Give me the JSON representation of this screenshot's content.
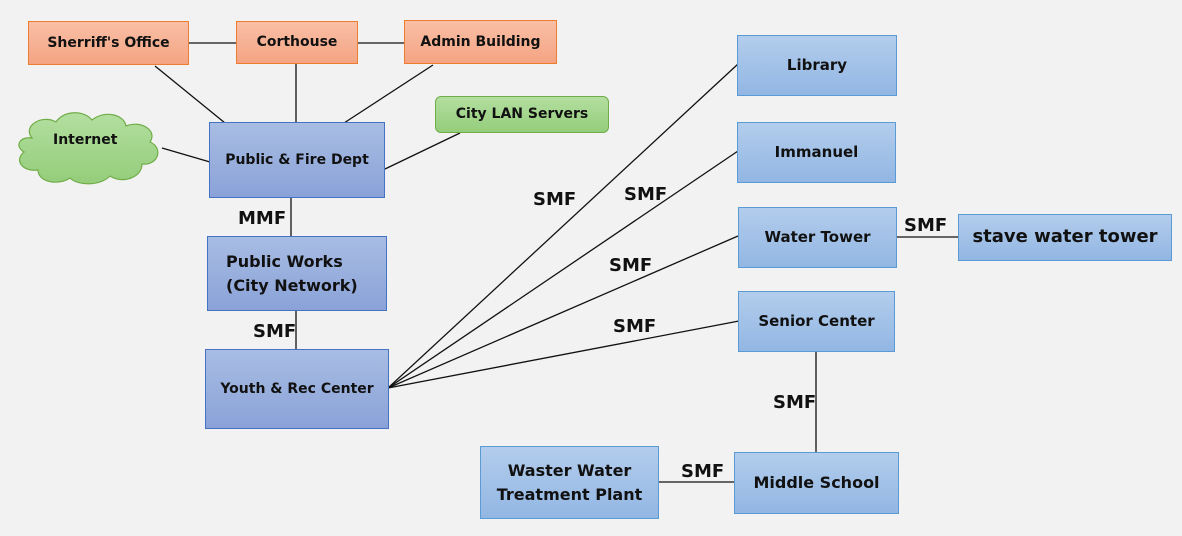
{
  "nodes": {
    "sheriff": "Sherriff's Office",
    "corthouse": "Corthouse",
    "admin": "Admin Building",
    "internet": "Internet",
    "city_lan": "City LAN Servers",
    "public_fire": "Public & Fire Dept",
    "public_works_1": "Public Works",
    "public_works_2": "(City Network)",
    "youth_rec": "Youth & Rec Center",
    "library": "Library",
    "immanuel": "Immanuel",
    "water_tower": "Water Tower",
    "stave_water_tower": "stave water tower",
    "senior_center": "Senior Center",
    "middle_school": "Middle School",
    "waste_water_1": "Waster Water",
    "waste_water_2": "Treatment Plant"
  },
  "link_labels": {
    "fire_to_works": "MMF",
    "works_to_youth": "SMF",
    "youth_to_library": "SMF",
    "youth_to_immanuel": "SMF",
    "youth_to_water_tower": "SMF",
    "youth_to_senior": "SMF",
    "water_to_stave": "SMF",
    "senior_to_middle": "SMF",
    "waste_to_middle": "SMF"
  },
  "colors": {
    "admin_nodes": "#f4a483",
    "core_nodes": "#8aa2d8",
    "site_nodes": "#92b6e3",
    "server_nodes": "#94cd7b"
  }
}
